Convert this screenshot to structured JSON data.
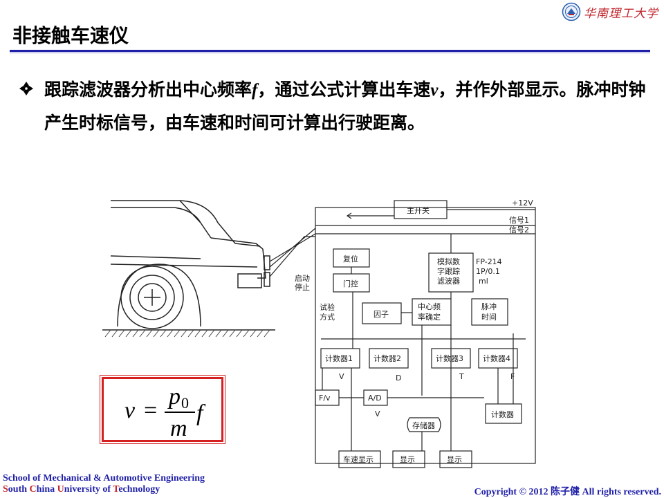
{
  "header": {
    "title": "非接触车速仪",
    "logo_text": "华南理工大学",
    "logo_icon": "university-seal-icon"
  },
  "bullet": {
    "icon": "diamond-bullet-icon",
    "segments": [
      {
        "text": "跟踪滤波器分析出中心频率",
        "style": "normal"
      },
      {
        "text": "f",
        "style": "var"
      },
      {
        "text": "，通过公式计算出车速",
        "style": "normal"
      },
      {
        "text": "v",
        "style": "var"
      },
      {
        "text": "，并作外部显示。脉冲时钟产生时标信号，由车速和时间可计算出行驶距离。",
        "style": "normal"
      }
    ]
  },
  "formula": {
    "lhs": "v",
    "eq": "=",
    "numerator_base": "p",
    "numerator_sub": "0",
    "denominator": "m",
    "rhs": "f"
  },
  "diagram": {
    "main_switch": "主开关",
    "v12": "+12V",
    "signal1": "信号1",
    "signal2": "信号2",
    "reset": "复位",
    "gate": "门控",
    "start_stop_1": "启动",
    "start_stop_2": "停止",
    "test_mode_1": "试验",
    "test_mode_2": "方式",
    "filter_1": "模拟数",
    "filter_2": "字跟踪",
    "filter_3": "滤波器",
    "fp_1": "FP-214",
    "fp_2": "1P/0.1",
    "fp_3": "ml",
    "factor": "因子",
    "center_1": "中心频",
    "center_2": "率确定",
    "pulse_1": "脉冲",
    "pulse_2": "时间",
    "counter1": "计数器1",
    "counter2": "计数器2",
    "counter3": "计数器3",
    "counter4": "计数器4",
    "label_v": "V",
    "label_d": "D",
    "label_t": "T",
    "label_f": "F",
    "fv": "F/v",
    "ad": "A/D",
    "label_v2": "V",
    "counter": "计数器",
    "storage": "存储器",
    "speed_display": "车速显示",
    "display1": "显示",
    "display2": "显示"
  },
  "footer": {
    "school_line1": "School of Mechanical & Automotive Engineering",
    "school_line2_parts": [
      {
        "text": "S",
        "red": true
      },
      {
        "text": "outh ",
        "red": false
      },
      {
        "text": "C",
        "red": true
      },
      {
        "text": "hina ",
        "red": false
      },
      {
        "text": "U",
        "red": true
      },
      {
        "text": "niversity of ",
        "red": false
      },
      {
        "text": "T",
        "red": true
      },
      {
        "text": "echnology",
        "red": false
      }
    ],
    "copyright_prefix": "Copyright © 2012 ",
    "copyright_name": "陈子健",
    "copyright_suffix": " All rights reserved."
  },
  "colors": {
    "accent_blue": "#1f1fa8",
    "accent_red": "#c0262d",
    "formula_border": "#d42020"
  }
}
